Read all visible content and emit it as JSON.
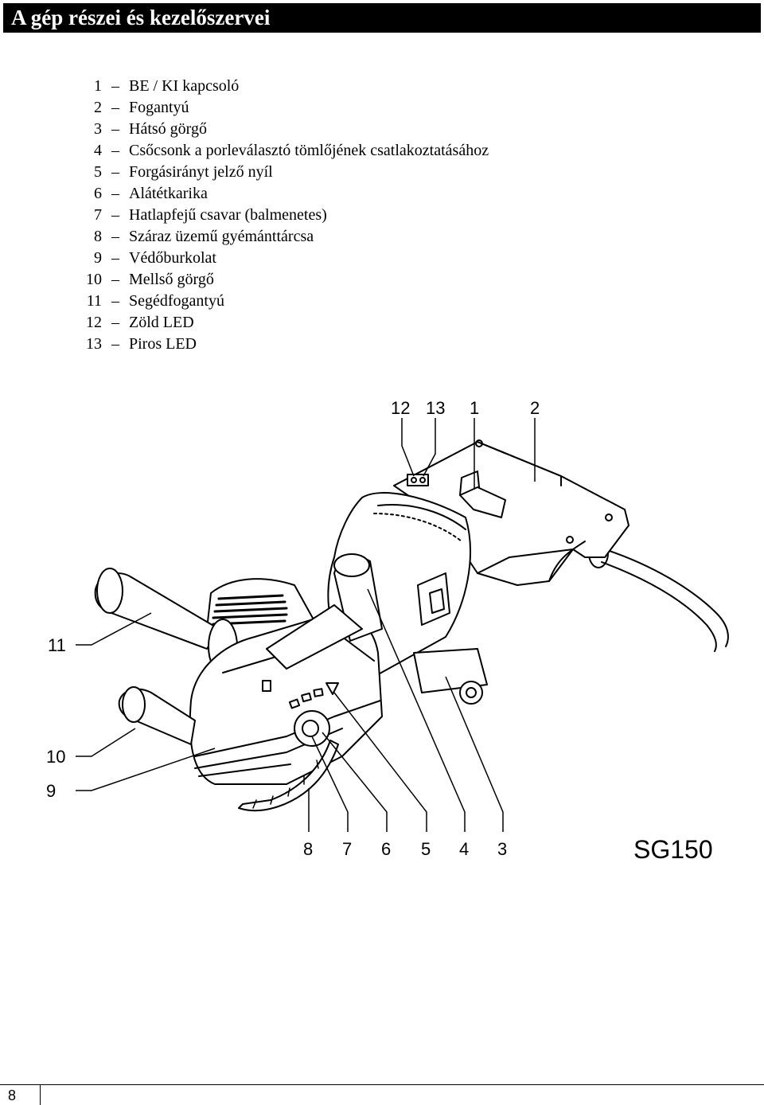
{
  "header": {
    "title": "A gép részei és kezelőszervei"
  },
  "parts": [
    {
      "num": "1",
      "dash": "–",
      "label": "BE / KI kapcsoló"
    },
    {
      "num": "2",
      "dash": "–",
      "label": "Fogantyú"
    },
    {
      "num": "3",
      "dash": "–",
      "label": "Hátsó görgő"
    },
    {
      "num": "4",
      "dash": "–",
      "label": "Csőcsonk a porleválasztó tömlőjének csatlakoztatásához"
    },
    {
      "num": "5",
      "dash": "–",
      "label": "Forgásirányt jelző nyíl"
    },
    {
      "num": "6",
      "dash": "–",
      "label": "Alátétkarika"
    },
    {
      "num": "7",
      "dash": "–",
      "label": "Hatlapfejű csavar (balmenetes)"
    },
    {
      "num": "8",
      "dash": "–",
      "label": "Száraz üzemű gyémánttárcsa"
    },
    {
      "num": "9",
      "dash": "–",
      "label": "Védőburkolat"
    },
    {
      "num": "10",
      "dash": "–",
      "label": "Mellső görgő"
    },
    {
      "num": "11",
      "dash": "–",
      "label": "Segédfogantyú"
    },
    {
      "num": "12",
      "dash": "–",
      "label": "Zöld LED"
    },
    {
      "num": "13",
      "dash": "–",
      "label": "Piros LED"
    }
  ],
  "figure": {
    "model": "SG150",
    "callouts": {
      "c12": "12",
      "c13": "13",
      "c1": "1",
      "c2": "2",
      "c11": "11",
      "c10": "10",
      "c9": "9",
      "c8": "8",
      "c7": "7",
      "c6": "6",
      "c5": "5",
      "c4": "4",
      "c3": "3"
    }
  },
  "footer": {
    "page_number": "8"
  }
}
